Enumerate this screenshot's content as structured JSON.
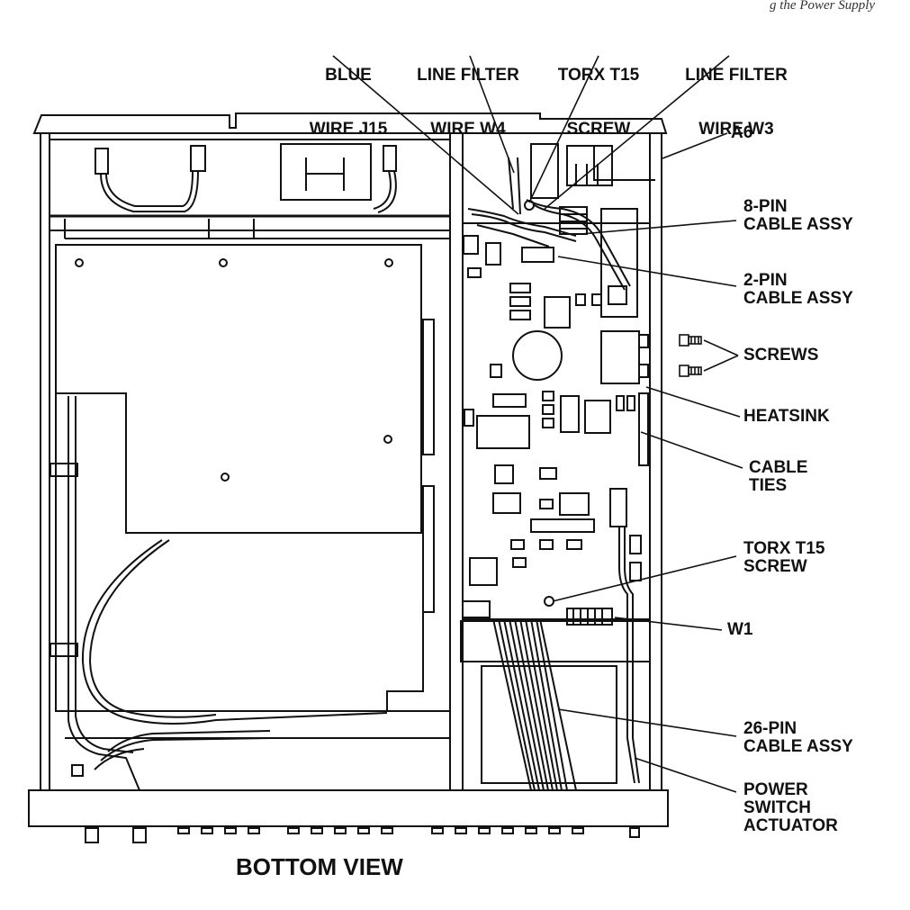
{
  "header": {
    "text": "g the Power Supply"
  },
  "figure": {
    "caption": "BOTTOM VIEW",
    "top_labels": [
      {
        "id": "blue-wire-j15",
        "line1": "BLUE",
        "line2": "WIRE J15"
      },
      {
        "id": "line-filter-wire-w4",
        "line1": "LINE FILTER",
        "line2": "WIRE W4"
      },
      {
        "id": "torx-t15-screw-top",
        "line1": "TORX T15",
        "line2": "SCREW"
      },
      {
        "id": "line-filter-wire-w3",
        "line1": "LINE FILTER",
        "line2": "WIRE W3"
      }
    ],
    "side_labels": [
      {
        "id": "a6",
        "text": "A6"
      },
      {
        "id": "8-pin-cable-assy",
        "text": "8-PIN\nCABLE ASSY"
      },
      {
        "id": "2-pin-cable-assy",
        "text": "2-PIN\nCABLE ASSY"
      },
      {
        "id": "screws",
        "text": "SCREWS"
      },
      {
        "id": "heatsink",
        "text": "HEATSINK"
      },
      {
        "id": "cable-ties",
        "text": "CABLE\nTIES"
      },
      {
        "id": "torx-t15-screw-side",
        "text": "TORX T15\nSCREW"
      },
      {
        "id": "w1",
        "text": "W1"
      },
      {
        "id": "26-pin-cable-assy",
        "text": "26-PIN\nCABLE ASSY"
      },
      {
        "id": "power-switch-actuator",
        "text": "POWER\nSWITCH\nACTUATOR"
      }
    ]
  }
}
